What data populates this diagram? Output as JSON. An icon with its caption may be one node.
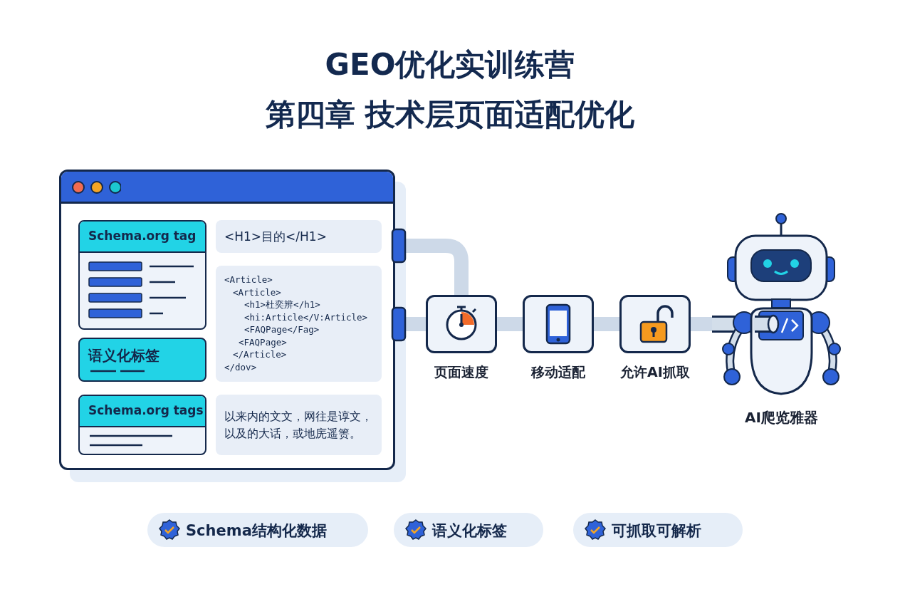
{
  "diagram": {
    "title": "GEO优化实训练营第四章 技术层页面适配优化",
    "nodes": [
      {
        "text": [],
        "shape": "box"
      },
      {
        "text": [
          "Schema.org tag"
        ],
        "in": 0
      },
      {
        "text": [
          "<H1>目的</H1>"
        ],
        "in": 0
      },
      {
        "text": [
          "<Article>",
          "<Article>",
          "<h1>杜奕辨</h1>",
          "<hi:Article</V:Article>",
          "<FAQPage</Fag>",
          "<FAQPage>",
          "</Article>",
          "</dov>"
        ],
        "in": 0
      },
      {
        "text": [
          "语义化标签"
        ],
        "in": 0
      },
      {
        "text": [
          "Schema.org tags"
        ],
        "in": 0
      },
      {
        "text": [
          "以来内的文文，网往是谆文，以及的大话，或地庑遥箦。"
        ],
        "in": 0
      },
      {
        "text": [
          "页面速度"
        ]
      },
      {
        "text": [
          "移动适配"
        ]
      },
      {
        "text": [
          "允许AI抓取"
        ]
      },
      {
        "text": [
          "AI爬览雅器"
        ]
      }
    ],
    "edges": [
      {
        "from": 0,
        "to": 7,
        "arrow": "none"
      },
      {
        "from": 0,
        "to": 7,
        "arrow": "none"
      },
      {
        "from": 7,
        "to": 8,
        "arrow": "none"
      },
      {
        "from": 8,
        "to": 9,
        "arrow": "none"
      },
      {
        "from": 9,
        "to": 10,
        "arrow": "none"
      }
    ],
    "labels": [
      "Schema结构化数据",
      "语义化标签",
      "可抓取可解析"
    ]
  }
}
